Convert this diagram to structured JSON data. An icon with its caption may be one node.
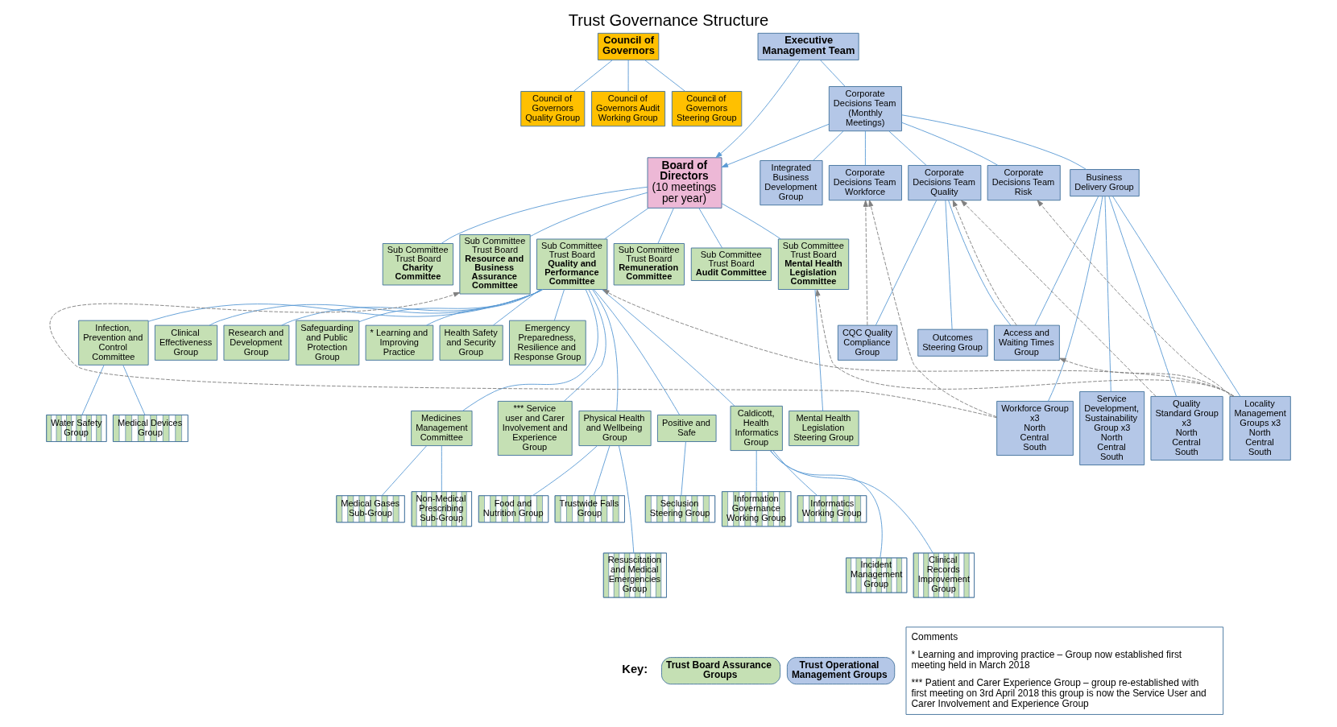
{
  "diagram": {
    "title": "Trust Governance Structure",
    "nodes": [
      {
        "text": [
          "Council of Governors"
        ]
      },
      {
        "text": [
          "Council of Governors Quality Group"
        ]
      },
      {
        "text": [
          "Council of Governors Audit Working Group"
        ]
      },
      {
        "text": [
          "Council of Governors Steering Group"
        ]
      },
      {
        "text": [
          "Board of Directors",
          "(10 meetings per year)"
        ]
      },
      {
        "text": [
          "Executive Management Team"
        ]
      },
      {
        "text": [
          "Corporate Decisions Team (Monthly Meetings)"
        ]
      },
      {
        "text": [
          "Sub Committee Trust Board",
          "Charity Committee"
        ]
      },
      {
        "text": [
          "Sub Committee Trust Board",
          "Resource and Business Assurance Committee"
        ]
      },
      {
        "text": [
          "Sub Committee Trust Board",
          "Quality and Performance Committee"
        ]
      },
      {
        "text": [
          "Sub Committee Trust Board",
          "Remuneration Committee"
        ]
      },
      {
        "text": [
          "Sub Committee Trust Board",
          "Audit Committee"
        ]
      },
      {
        "text": [
          "Sub Committee Trust Board",
          "Mental Health Legislation Committee"
        ]
      },
      {
        "text": [
          "Infection, Prevention and Control Committee"
        ]
      },
      {
        "text": [
          "Clinical Effectiveness Group"
        ]
      },
      {
        "text": [
          "Research and Development Group"
        ]
      },
      {
        "text": [
          "Safeguarding and Public Protection Group"
        ]
      },
      {
        "text": [
          "* Learning and Improving Practice"
        ]
      },
      {
        "text": [
          "Health Safety and Security Group"
        ]
      },
      {
        "text": [
          "Emergency Preparedness, Resilience and Response Group"
        ]
      },
      {
        "text": [
          "Medicines Management Committee"
        ]
      },
      {
        "text": [
          "*** Service user and Carer Involvement and Experience Group"
        ]
      },
      {
        "text": [
          "Physical Health and Wellbeing Group"
        ]
      },
      {
        "text": [
          "Positive and Safe"
        ]
      },
      {
        "text": [
          "Caldicott, Health Informatics Group"
        ]
      },
      {
        "text": [
          "Mental Health Legislation Steering Group"
        ]
      },
      {
        "text": [
          "Water Safety Group"
        ]
      },
      {
        "text": [
          "Medical Devices Group"
        ]
      },
      {
        "text": [
          "Medical Gases Sub-Group"
        ]
      },
      {
        "text": [
          "Non-Medical Prescribing Sub-Group"
        ]
      },
      {
        "text": [
          "Food and Nutrition Group"
        ]
      },
      {
        "text": [
          "Trustwide Falls Group"
        ]
      },
      {
        "text": [
          "Resuscitation and Medical Emergencies Group"
        ]
      },
      {
        "text": [
          "Seclusion Steering Group"
        ]
      },
      {
        "text": [
          "Information Governance Working Group"
        ]
      },
      {
        "text": [
          "Informatics Working Group"
        ]
      },
      {
        "text": [
          "Incident Management Group"
        ]
      },
      {
        "text": [
          "Clinical Records Improvement Group"
        ]
      },
      {
        "text": [
          "Integrated Business Development Group"
        ]
      },
      {
        "text": [
          "Corporate Decisions Team Workforce"
        ]
      },
      {
        "text": [
          "Corporate Decisions Team Quality"
        ]
      },
      {
        "text": [
          "Corporate Decisions Team Risk"
        ]
      },
      {
        "text": [
          "Business Delivery Group"
        ]
      },
      {
        "text": [
          "Outcomes Steering Group"
        ]
      },
      {
        "text": [
          "CQC Quality Compliance Group"
        ]
      },
      {
        "text": [
          "Access and Waiting Times Group"
        ]
      },
      {
        "text": [
          "Workforce Group x3",
          "North",
          "Central",
          "South"
        ]
      },
      {
        "text": [
          "Service Development, Sustainability Group x3",
          "North",
          "Central",
          "South"
        ]
      },
      {
        "text": [
          "Quality Standard Group x3",
          "North",
          "Central",
          "South"
        ]
      },
      {
        "text": [
          "Locality Management Groups x3",
          "North",
          "Central",
          "South"
        ]
      }
    ],
    "edges": [
      {
        "from": 0,
        "to": 1,
        "arrow": "none"
      },
      {
        "from": 0,
        "to": 2,
        "arrow": "none"
      },
      {
        "from": 0,
        "to": 3,
        "arrow": "none"
      },
      {
        "from": 5,
        "to": 4,
        "arrow": "to"
      },
      {
        "from": 6,
        "to": 4,
        "arrow": "to"
      },
      {
        "from": 5,
        "to": 6,
        "arrow": "none"
      },
      {
        "from": 4,
        "to": 7,
        "arrow": "none"
      },
      {
        "from": 4,
        "to": 8,
        "arrow": "none"
      },
      {
        "from": 4,
        "to": 9,
        "arrow": "none"
      },
      {
        "from": 4,
        "to": 10,
        "arrow": "none"
      },
      {
        "from": 4,
        "to": 11,
        "arrow": "none"
      },
      {
        "from": 4,
        "to": 12,
        "arrow": "none"
      },
      {
        "from": 9,
        "to": 13,
        "arrow": "none"
      },
      {
        "from": 9,
        "to": 14,
        "arrow": "none"
      },
      {
        "from": 9,
        "to": 15,
        "arrow": "none"
      },
      {
        "from": 9,
        "to": 16,
        "arrow": "none"
      },
      {
        "from": 9,
        "to": 17,
        "arrow": "none"
      },
      {
        "from": 9,
        "to": 18,
        "arrow": "none"
      },
      {
        "from": 9,
        "to": 19,
        "arrow": "none"
      },
      {
        "from": 9,
        "to": 20,
        "arrow": "none"
      },
      {
        "from": 9,
        "to": 21,
        "arrow": "none"
      },
      {
        "from": 9,
        "to": 22,
        "arrow": "none"
      },
      {
        "from": 9,
        "to": 23,
        "arrow": "none"
      },
      {
        "from": 9,
        "to": 24,
        "arrow": "none"
      },
      {
        "from": 12,
        "to": 25,
        "arrow": "none"
      },
      {
        "from": 13,
        "to": 26,
        "arrow": "none"
      },
      {
        "from": 13,
        "to": 27,
        "arrow": "none"
      },
      {
        "from": 20,
        "to": 28,
        "arrow": "none"
      },
      {
        "from": 20,
        "to": 29,
        "arrow": "none"
      },
      {
        "from": 22,
        "to": 30,
        "arrow": "none"
      },
      {
        "from": 22,
        "to": 31,
        "arrow": "none"
      },
      {
        "from": 22,
        "to": 32,
        "arrow": "none"
      },
      {
        "from": 23,
        "to": 33,
        "arrow": "none"
      },
      {
        "from": 24,
        "to": 34,
        "arrow": "none"
      },
      {
        "from": 24,
        "to": 35,
        "arrow": "none"
      },
      {
        "from": 24,
        "to": 36,
        "arrow": "none"
      },
      {
        "from": 24,
        "to": 37,
        "arrow": "none"
      },
      {
        "from": 6,
        "to": 38,
        "arrow": "none"
      },
      {
        "from": 6,
        "to": 39,
        "arrow": "none"
      },
      {
        "from": 6,
        "to": 40,
        "arrow": "none"
      },
      {
        "from": 6,
        "to": 41,
        "arrow": "none"
      },
      {
        "from": 6,
        "to": 42,
        "arrow": "none"
      },
      {
        "from": 40,
        "to": 43,
        "arrow": "none"
      },
      {
        "from": 40,
        "to": 44,
        "arrow": "none"
      },
      {
        "from": 40,
        "to": 45,
        "arrow": "none"
      },
      {
        "from": 42,
        "to": 45,
        "arrow": "none"
      },
      {
        "from": 42,
        "to": 46,
        "arrow": "none"
      },
      {
        "from": 42,
        "to": 47,
        "arrow": "none"
      },
      {
        "from": 42,
        "to": 48,
        "arrow": "none"
      },
      {
        "from": 42,
        "to": 49,
        "arrow": "none"
      },
      {
        "from": 46,
        "to": 8,
        "arrow": "to",
        "style": "dashed",
        "color": "#808080"
      },
      {
        "from": 49,
        "to": 9,
        "arrow": "to",
        "style": "dashed",
        "color": "#808080"
      },
      {
        "from": 49,
        "to": 12,
        "arrow": "to",
        "style": "dashed",
        "color": "#808080"
      },
      {
        "from": 46,
        "to": 39,
        "arrow": "to",
        "style": "dashed",
        "color": "#808080"
      },
      {
        "from": 44,
        "to": 39,
        "arrow": "to",
        "style": "dashed",
        "color": "#808080"
      },
      {
        "from": 48,
        "to": 40,
        "arrow": "to",
        "style": "dashed",
        "color": "#808080"
      },
      {
        "from": 45,
        "to": 40,
        "arrow": "to",
        "style": "dashed",
        "color": "#808080"
      },
      {
        "from": 49,
        "to": 41,
        "arrow": "to",
        "style": "dashed",
        "color": "#808080"
      },
      {
        "from": 49,
        "to": 45,
        "arrow": "to",
        "style": "dashed",
        "color": "#808080"
      }
    ],
    "labels": [
      "Key:",
      "Comments",
      "* Learning and improving practice – Group now established first meeting held in March 2018",
      "*** Patient and Carer Experience Group – group re-established with first meeting on 3rd April 2018 this group is now the Service User and Carer Involvement and Experience Group"
    ],
    "legend": [
      {
        "text": "Trust Board Assurance Groups",
        "color": "#c5e0b4"
      },
      {
        "text": "Trust Operational Management Groups",
        "color": "#b4c7e7"
      }
    ]
  }
}
